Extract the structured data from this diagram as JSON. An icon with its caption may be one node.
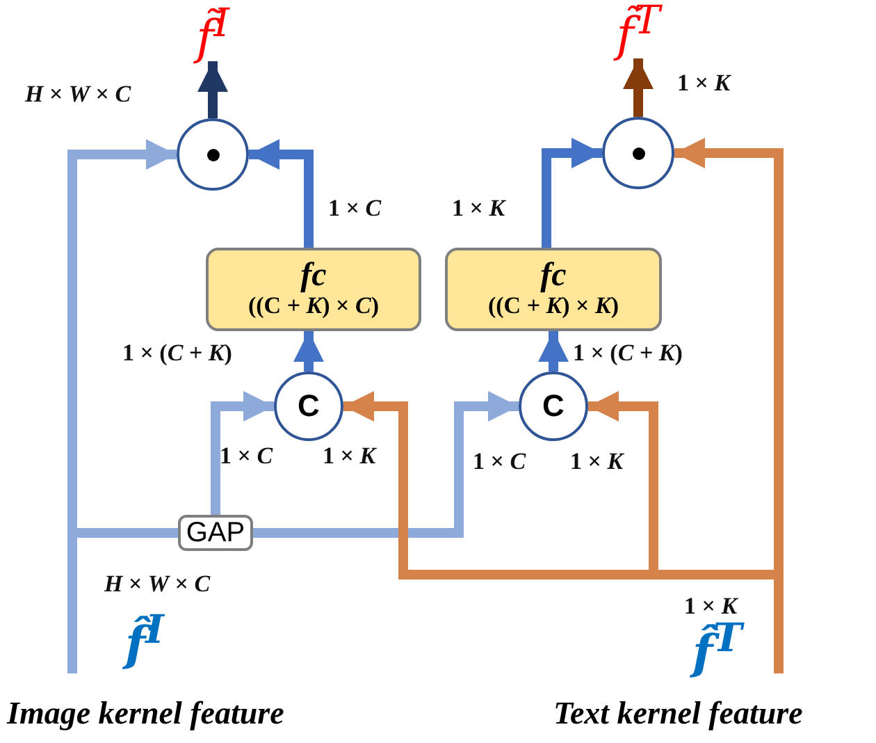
{
  "diagram": {
    "nodes": [
      {
        "text": [],
        "shape": "circle"
      },
      {
        "text": [],
        "shape": "circle"
      },
      {
        "text": [
          "fc",
          "((C + *K*) × *C*)"
        ]
      },
      {
        "text": [
          "fc",
          "((C + *K*) × *K*)"
        ]
      },
      {
        "text": [
          "C"
        ]
      },
      {
        "text": [
          "C"
        ]
      },
      {
        "text": [
          "GAP"
        ]
      },
      {
        "text": [
          "f̃$^{I}$"
        ]
      },
      {
        "text": [
          "f̃$^{T}$"
        ]
      }
    ],
    "edges": [
      {
        "from": null,
        "to": 0,
        "arrow": "to",
        "color": "#8eaadb"
      },
      {
        "from": null,
        "to": 6,
        "arrow": "none",
        "color": "#8eaadb"
      },
      {
        "from": 6,
        "to": 4,
        "arrow": "to",
        "color": "#8eaadb"
      },
      {
        "from": 6,
        "to": 5,
        "arrow": "to",
        "color": "#8eaadb"
      },
      {
        "from": null,
        "to": 1,
        "arrow": "to",
        "color": "#d5824b"
      },
      {
        "from": null,
        "to": 4,
        "arrow": "to",
        "color": "#d5824b"
      },
      {
        "from": null,
        "to": 5,
        "arrow": "to",
        "color": "#d5824b"
      },
      {
        "from": 4,
        "to": 2,
        "arrow": "to"
      },
      {
        "from": 5,
        "to": 3,
        "arrow": "to"
      },
      {
        "from": 2,
        "to": 0,
        "arrow": "to"
      },
      {
        "from": 3,
        "to": 1,
        "arrow": "to"
      },
      {
        "from": 0,
        "to": 7,
        "arrow": "to",
        "color": "#1f3864"
      },
      {
        "from": 1,
        "to": 8,
        "arrow": "to",
        "color": "#843c0c"
      }
    ],
    "labels": [
      "*H* × *W* × *C*",
      "1 × *K*",
      "1 × *C*",
      "1 × *K*",
      "1 × (*C* + *K*)",
      "1 × (*C* + *K*)",
      "1 × *C*",
      "1 × *K*",
      "1 × *C*",
      "1 × *K*",
      "*H* × *W* × *C*",
      "1 × *K*",
      "f̂$^{I}$",
      "f̂$^{T}$",
      "Image kernel feature",
      "Text kernel feature"
    ]
  }
}
